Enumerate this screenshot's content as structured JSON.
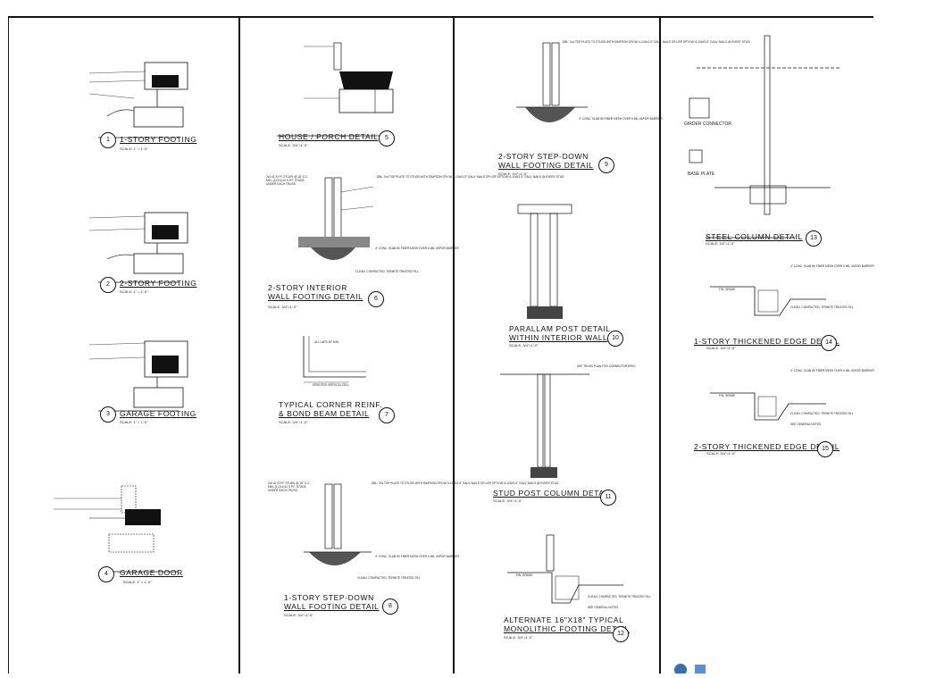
{
  "details": [
    {
      "num": "1",
      "title": "1-STORY FOOTING",
      "title2": "",
      "scale": "SCALE: 1\" = 1'-0\""
    },
    {
      "num": "2",
      "title": "2-STORY FOOTING",
      "title2": "",
      "scale": "SCALE: 1\" = 1'-0\""
    },
    {
      "num": "3",
      "title": "GARAGE FOOTING",
      "title2": "",
      "scale": "SCALE: 1\" = 1'-0\""
    },
    {
      "num": "4",
      "title": "GARAGE DOOR",
      "title2": "",
      "scale": "SCALE: 1\" = 1'-0\""
    },
    {
      "num": "5",
      "title": "HOUSE / PORCH DETAIL",
      "title2": "",
      "scale": "SCALE: 3/4\"=1'-0\""
    },
    {
      "num": "6",
      "title": "2-STORY INTERIOR",
      "title2": "WALL FOOTING DETAIL",
      "scale": "SCALE: 3/4\"=1'-0\""
    },
    {
      "num": "7",
      "title": "TYPICAL CORNER REINF.",
      "title2": "& BOND BEAM DETAIL",
      "scale": "SCALE: 3/4\"=1'-0\""
    },
    {
      "num": "8",
      "title": "1-STORY STEP-DOWN",
      "title2": "WALL FOOTING DETAIL",
      "scale": "SCALE: 3/4\"=1'-0\""
    },
    {
      "num": "9",
      "title": "2-STORY STEP-DOWN",
      "title2": "WALL FOOTING DETAIL",
      "scale": "SCALE: 3/4\"=1'-0\""
    },
    {
      "num": "10",
      "title": "PARALLAM POST DETAIL",
      "title2": "WITHIN INTERIOR WALL",
      "scale": "SCALE: 3/4\"=1'-0\""
    },
    {
      "num": "11",
      "title": "STUD POST COLUMN DETAIL",
      "title2": "",
      "scale": "SCALE: 3/4\"=1'-0\""
    },
    {
      "num": "12",
      "title": "ALTERNATE 16\"X18\" TYPICAL",
      "title2": "MONOLITHIC FOOTING DETAIL",
      "scale": "SCALE: 3/4\"=1'-0\""
    },
    {
      "num": "13",
      "title": "STEEL COLUMN DETAIL",
      "title2": "",
      "scale": "SCALE: 3/4\"=1'-0\""
    },
    {
      "num": "14",
      "title": "1-STORY THICKENED EDGE DETAIL",
      "title2": "",
      "scale": "SCALE: 3/4\"=1'-0\""
    },
    {
      "num": "15",
      "title": "2-STORY THICKENED EDGE DETAIL",
      "title2": "",
      "scale": "SCALE: 3/4\"=1'-0\""
    }
  ],
  "labels": {
    "girder_connector": "GIRDER CONNECTOR",
    "base_plate": "BASE PLATE",
    "fin_grade": "FIN. GRADE",
    "all_laps": "ALL LAPS 26\" MIN.",
    "grouted_cell": "GROUTED VERTICAL CELL",
    "see_truss": "SEE TRUSS PLAN FOR CONNECTOR SPEC",
    "conc_slab": "4\" CONC. SLAB W/ FIBER MESH OVER 6 MIL VAPOR BARRIER",
    "clean_compacted": "CLEAN, COMPACTED, TERMITE TREATED FILL",
    "see_general": "SEE GENERAL NOTES",
    "plate_notes": "DBL. 2x4 TOP PLATE TO STUDS WITH SIMPSON SP4 W/ 6-10dX1.5\" GALV. NAILS OR USP SPT4 W/ 6-10dX1.5\" GALV. NAILS @ EVERY STUD."
  }
}
